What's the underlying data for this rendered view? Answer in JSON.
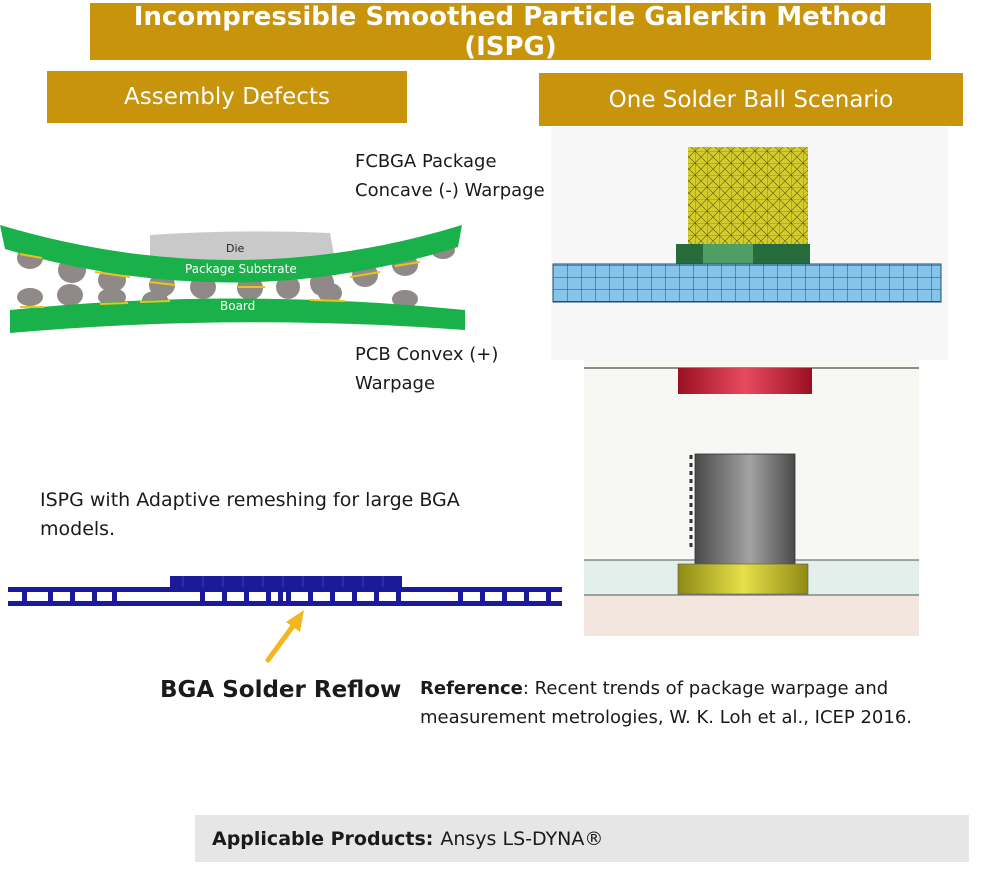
{
  "title": "Incompressible Smoothed Particle Galerkin Method (ISPG)",
  "left_panel": {
    "heading": "Assembly Defects",
    "die_label": "Die",
    "substrate_label": "Package Substrate",
    "board_label": "Board",
    "fcbga_text_line1": "FCBGA Package",
    "fcbga_text_line2": "Concave (-) Warpage",
    "pcb_text_line1": "PCB Convex (+)",
    "pcb_text_line2": "Warpage",
    "ispg_text_line1": "ISPG with Adaptive remeshing for large BGA",
    "ispg_text_line2": "models.",
    "bga_caption": "BGA Solder Reflow"
  },
  "right_panel": {
    "heading": "One Solder Ball Scenario"
  },
  "reference": {
    "label": "Reference",
    "text_line1": ": Recent trends of package warpage and",
    "text_line2": "measurement metrologies, W. K. Loh et al., ICEP 2016."
  },
  "products": {
    "label": "Applicable Products:",
    "value": "Ansys LS-DYNA®"
  },
  "colors": {
    "banner": "#c8940c",
    "green_board": "#1ab04a",
    "solder_grey": "#8f8a87",
    "mesh_blue": "#87c4ea",
    "bga_blue": "#1a1a9a",
    "arrow_orange": "#f3b61f"
  }
}
